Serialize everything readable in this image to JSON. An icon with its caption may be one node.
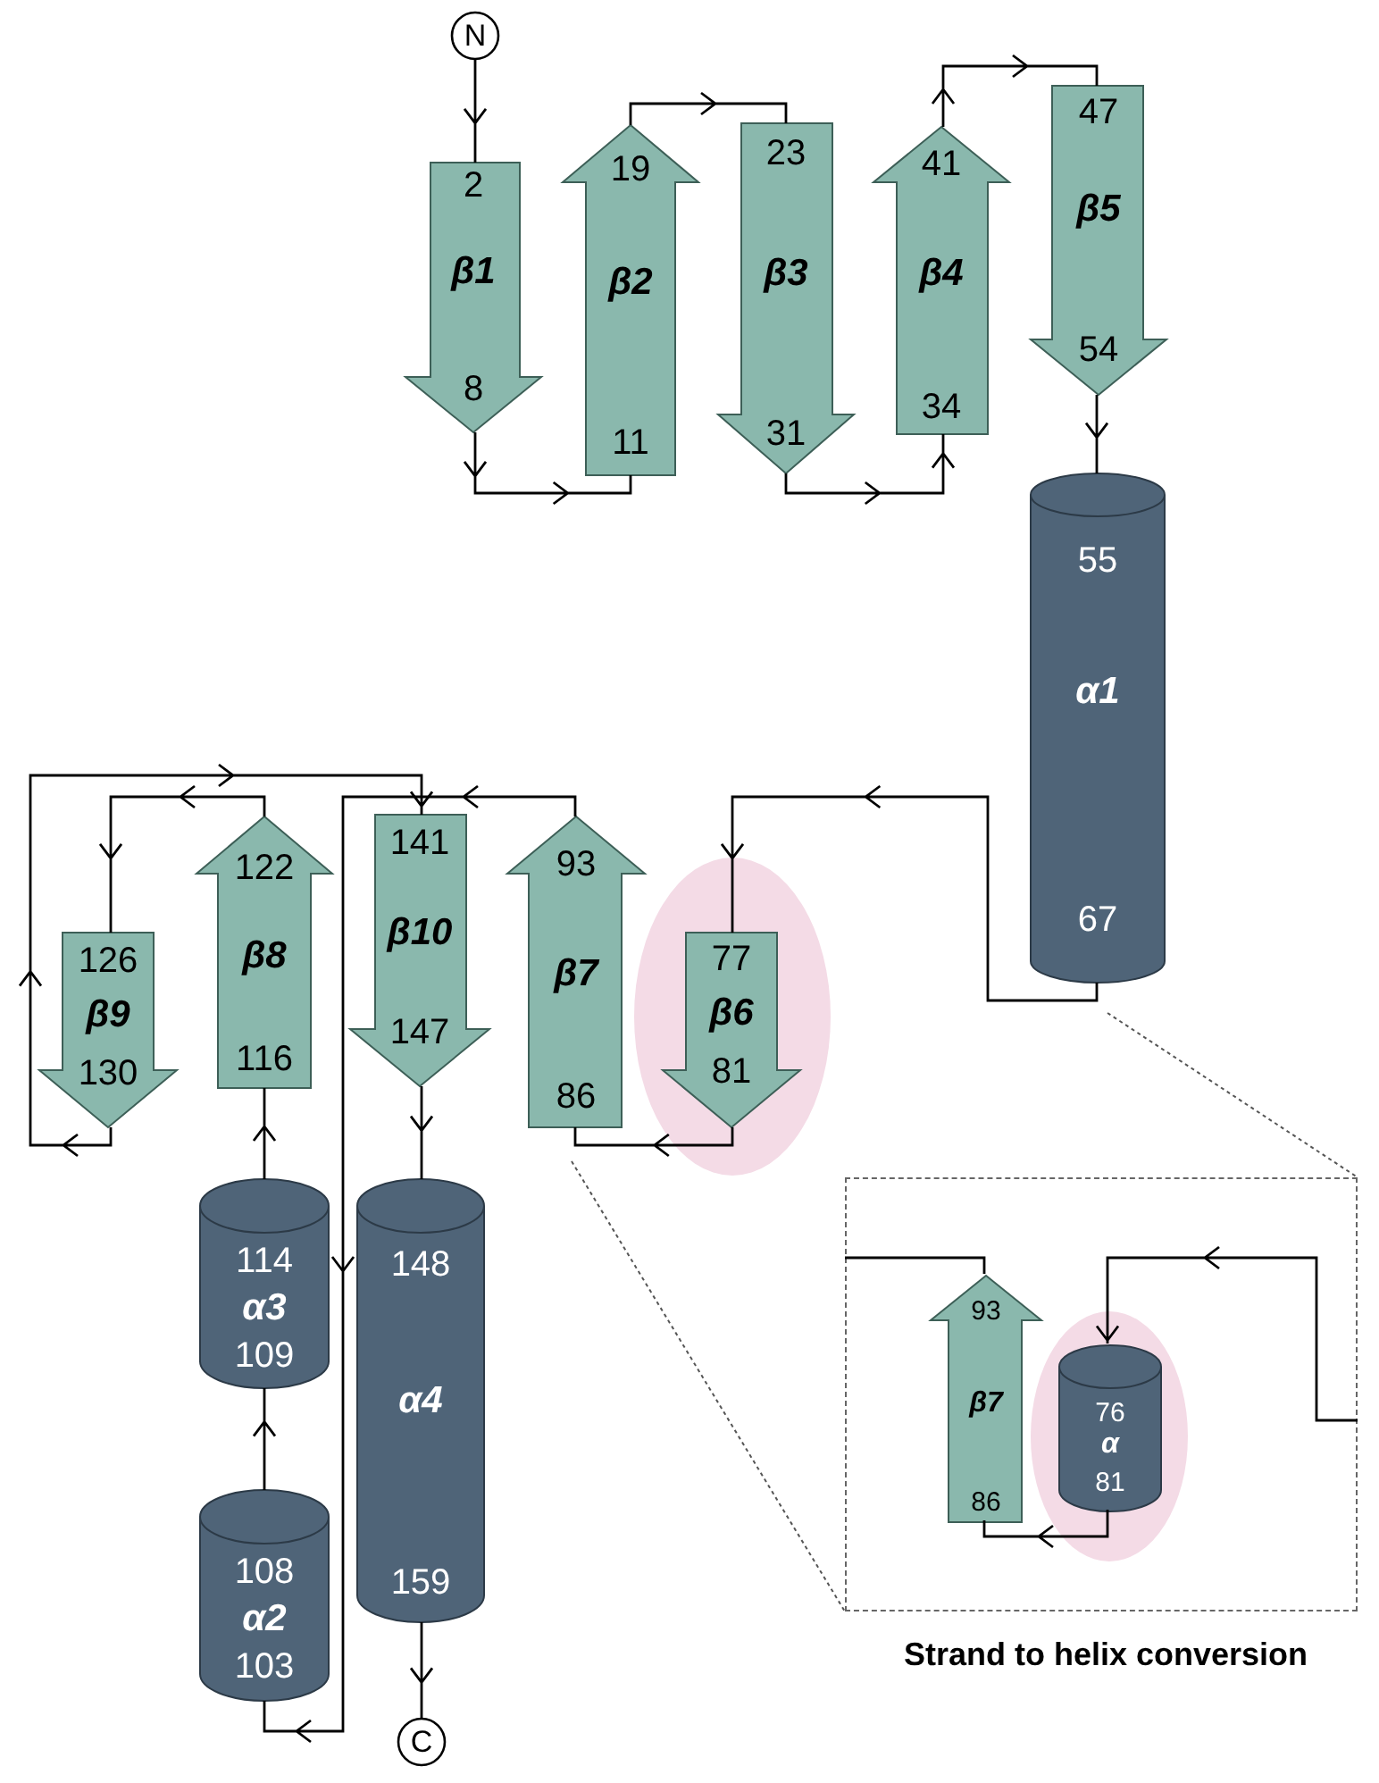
{
  "diagram": {
    "nodes": [
      {
        "text": [
          "N"
        ]
      },
      {
        "text": [
          "2",
          "β1",
          "8"
        ]
      },
      {
        "text": [
          "19",
          "β2",
          "11"
        ]
      },
      {
        "text": [
          "23",
          "β3",
          "31"
        ]
      },
      {
        "text": [
          "41",
          "β4",
          "34"
        ]
      },
      {
        "text": [
          "47",
          "β5",
          "54"
        ]
      },
      {
        "text": [
          "55",
          "α1",
          "67"
        ]
      },
      {
        "text": [],
        "shape": "ellipse"
      },
      {
        "text": [
          "77",
          "β6",
          "81"
        ],
        "in": 7
      },
      {
        "text": [
          "93",
          "β7",
          "86"
        ]
      },
      {
        "text": [
          "141",
          "β10",
          "147"
        ]
      },
      {
        "text": [
          "122",
          "β8",
          "116"
        ]
      },
      {
        "text": [
          "126",
          "β9",
          "130"
        ]
      },
      {
        "text": [
          "108",
          "α2",
          "103"
        ]
      },
      {
        "text": [
          "114",
          "α3",
          "109"
        ]
      },
      {
        "text": [
          "148",
          "α4",
          "159"
        ]
      },
      {
        "text": [
          "C"
        ]
      },
      {
        "text": [
          "Strand to helix conversion"
        ]
      },
      {
        "text": [
          "93",
          "β7",
          "86"
        ],
        "in": 17
      },
      {
        "text": [],
        "shape": "ellipse",
        "in": 17
      },
      {
        "text": [
          "76",
          "α",
          "81"
        ],
        "in": 19
      }
    ],
    "edges": [
      {
        "from": 0,
        "to": 1,
        "arrow": "to"
      },
      {
        "from": 1,
        "to": 2,
        "arrow": "to"
      },
      {
        "from": 2,
        "to": 3,
        "arrow": "to"
      },
      {
        "from": 3,
        "to": 4,
        "arrow": "to"
      },
      {
        "from": 4,
        "to": 5,
        "arrow": "to"
      },
      {
        "from": 5,
        "to": 6,
        "arrow": "to"
      },
      {
        "from": 6,
        "to": 8,
        "arrow": "to"
      },
      {
        "from": 8,
        "to": 9,
        "arrow": "to"
      },
      {
        "from": 9,
        "to": 13,
        "arrow": "to"
      },
      {
        "from": 13,
        "to": 14,
        "arrow": "to"
      },
      {
        "from": 14,
        "to": 11,
        "arrow": "to"
      },
      {
        "from": 11,
        "to": 12,
        "arrow": "to"
      },
      {
        "from": 12,
        "to": 10,
        "arrow": "to"
      },
      {
        "from": 10,
        "to": 15,
        "arrow": "to"
      },
      {
        "from": 15,
        "to": 16,
        "arrow": "to"
      },
      {
        "from": 18,
        "to": null,
        "arrow": "none"
      },
      {
        "from": null,
        "to": 20,
        "arrow": "to"
      },
      {
        "from": 20,
        "to": 18,
        "arrow": "to"
      }
    ]
  }
}
